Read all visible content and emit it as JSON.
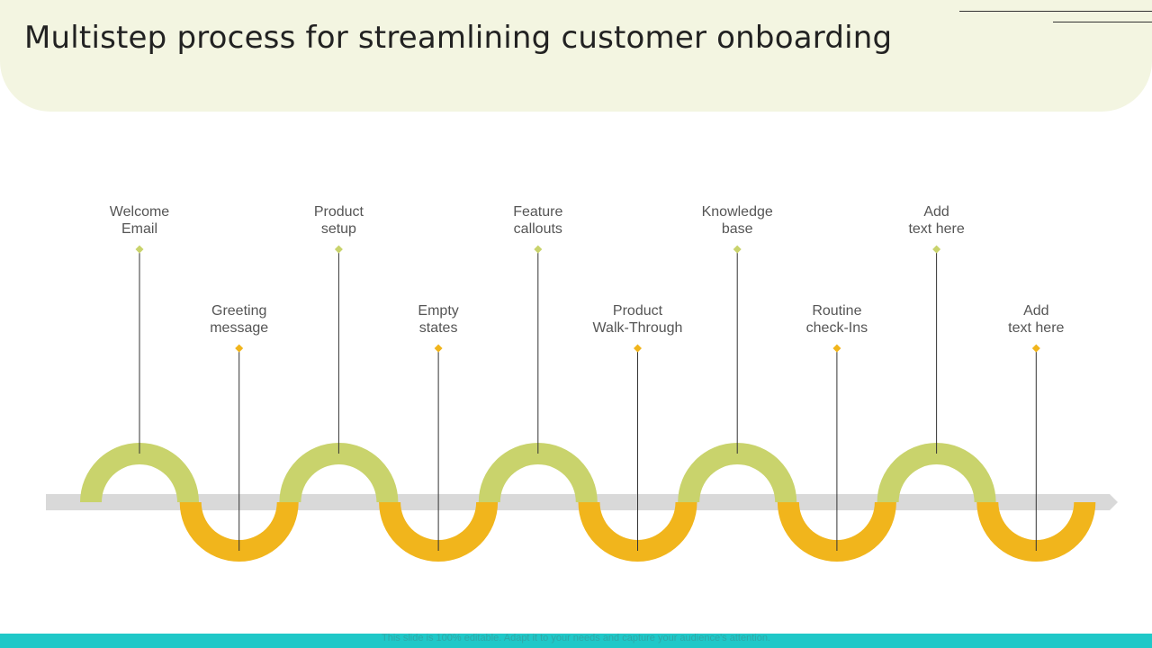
{
  "title": "Multistep process for streamlining customer onboarding",
  "colors": {
    "header_band": "#f3f5e1",
    "arc_green": "#c9d36c",
    "arc_yellow": "#f1b51c",
    "timeline": "#d9d9d9",
    "footer": "#1fc8c8"
  },
  "steps": [
    {
      "label": "Welcome\nEmail",
      "position": "top"
    },
    {
      "label": "Greeting\nmessage",
      "position": "bottom"
    },
    {
      "label": "Product\nsetup",
      "position": "top"
    },
    {
      "label": "Empty\nstates",
      "position": "bottom"
    },
    {
      "label": "Feature\ncallouts",
      "position": "top"
    },
    {
      "label": "Product\nWalk-Through",
      "position": "bottom"
    },
    {
      "label": "Knowledge\nbase",
      "position": "top"
    },
    {
      "label": "Routine\ncheck-Ins",
      "position": "bottom"
    },
    {
      "label": "Add\ntext here",
      "position": "top"
    },
    {
      "label": "Add\ntext here",
      "position": "bottom"
    }
  ],
  "footer": {
    "note": "This slide is 100% editable. Adapt it to your needs and capture your audience's attention."
  }
}
